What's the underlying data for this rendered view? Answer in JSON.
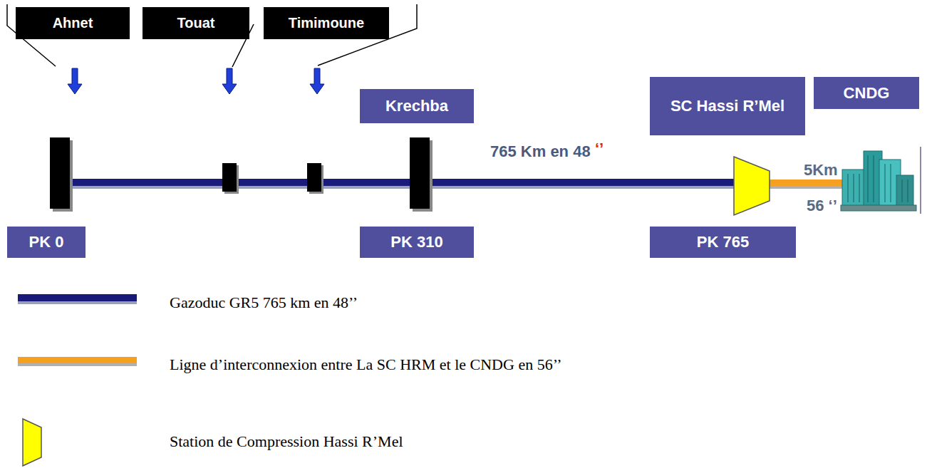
{
  "diagram": {
    "nodes": [
      {
        "text": [
          "Ahnet"
        ]
      },
      {
        "text": [
          "Touat"
        ]
      },
      {
        "text": [
          "Timimoune"
        ]
      },
      {
        "text": [
          "Krechba"
        ]
      },
      {
        "text": [
          "SC Hassi R’Mel"
        ]
      },
      {
        "text": [
          "CNDG"
        ]
      },
      {
        "text": [
          "PK 0"
        ]
      },
      {
        "text": [
          "PK 310"
        ]
      },
      {
        "text": [
          "PK 765"
        ]
      }
    ],
    "labels": [
      "765 Km en 48",
      "‘’",
      "5Km",
      "56 ‘’"
    ],
    "legend": [
      {
        "text": "Gazoduc GR5 765 km en 48’’"
      },
      {
        "text": "Ligne d’interconnexion entre La SC HRM et le CNDG en 56’’"
      },
      {
        "text": "Station de Compression Hassi R’Mel"
      }
    ]
  }
}
